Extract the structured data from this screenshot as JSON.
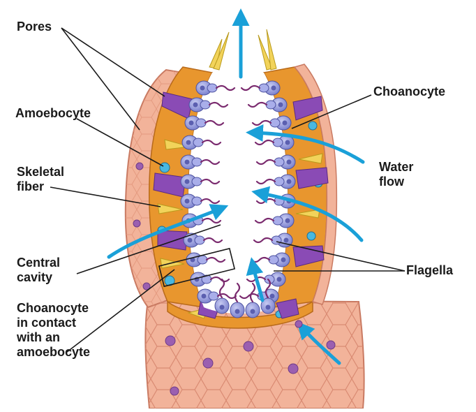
{
  "labels": {
    "pores": "Pores",
    "amoebocyte": "Amoebocyte",
    "skeletal_fiber": "Skeletal\nfiber",
    "central_cavity": "Central\ncavity",
    "choanocyte_contact": "Choanocyte\nin contact\nwith an\namoebocyte",
    "choanocyte": "Choanocyte",
    "water_flow": "Water\nflow",
    "flagella": "Flagella"
  },
  "colors": {
    "outer_body": "#f2b39a",
    "outer_body_shade": "#e89a80",
    "mesohyl": "#e8962e",
    "mesohyl_light": "#f4c36a",
    "choanocyte": "#8e94d8",
    "choanocyte_nucleus": "#5b5fb0",
    "flagellum": "#7a2a6e",
    "pore_cell": "#8a4bb5",
    "spicule": "#f2d35a",
    "water_arrow": "#1aa0d8",
    "amoebocyte": "#49b8e0",
    "leader_line": "#1a1a1a"
  }
}
